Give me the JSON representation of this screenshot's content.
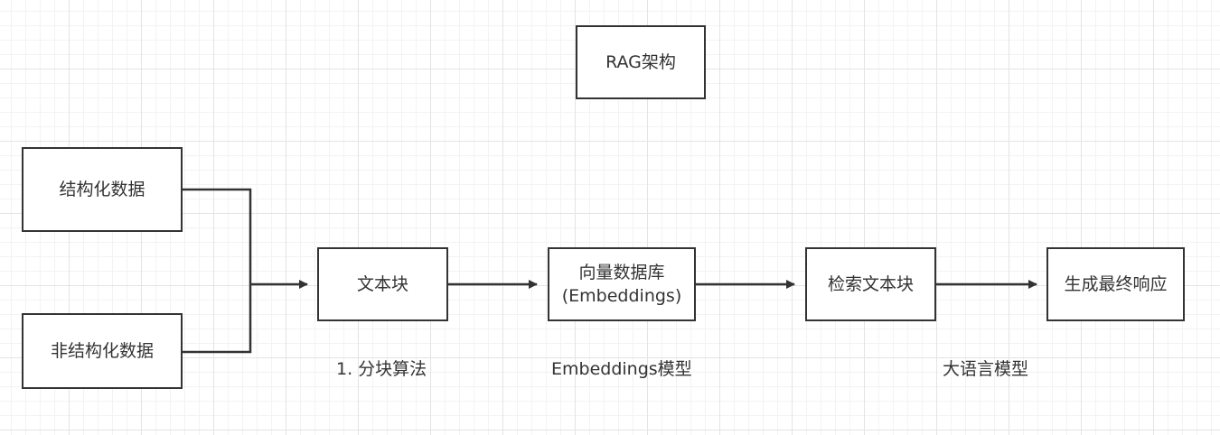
{
  "colors": {
    "stroke": "#333333",
    "text": "#333333",
    "grid_major": "#e4e4e4",
    "grid_minor": "#f3f3f3",
    "background": "#ffffff"
  },
  "title": "RAG架构",
  "nodes": {
    "structured_data": "结构化数据",
    "unstructured_data": "非结构化数据",
    "text_chunks": "文本块",
    "vector_db_line1": "向量数据库",
    "vector_db_line2": "(Embeddings)",
    "retrieve_chunks": "检索文本块",
    "final_response": "生成最终响应"
  },
  "captions": {
    "chunking_algorithm": "1.  分块算法",
    "embeddings_model": "Embeddings模型",
    "llm": "大语言模型"
  }
}
